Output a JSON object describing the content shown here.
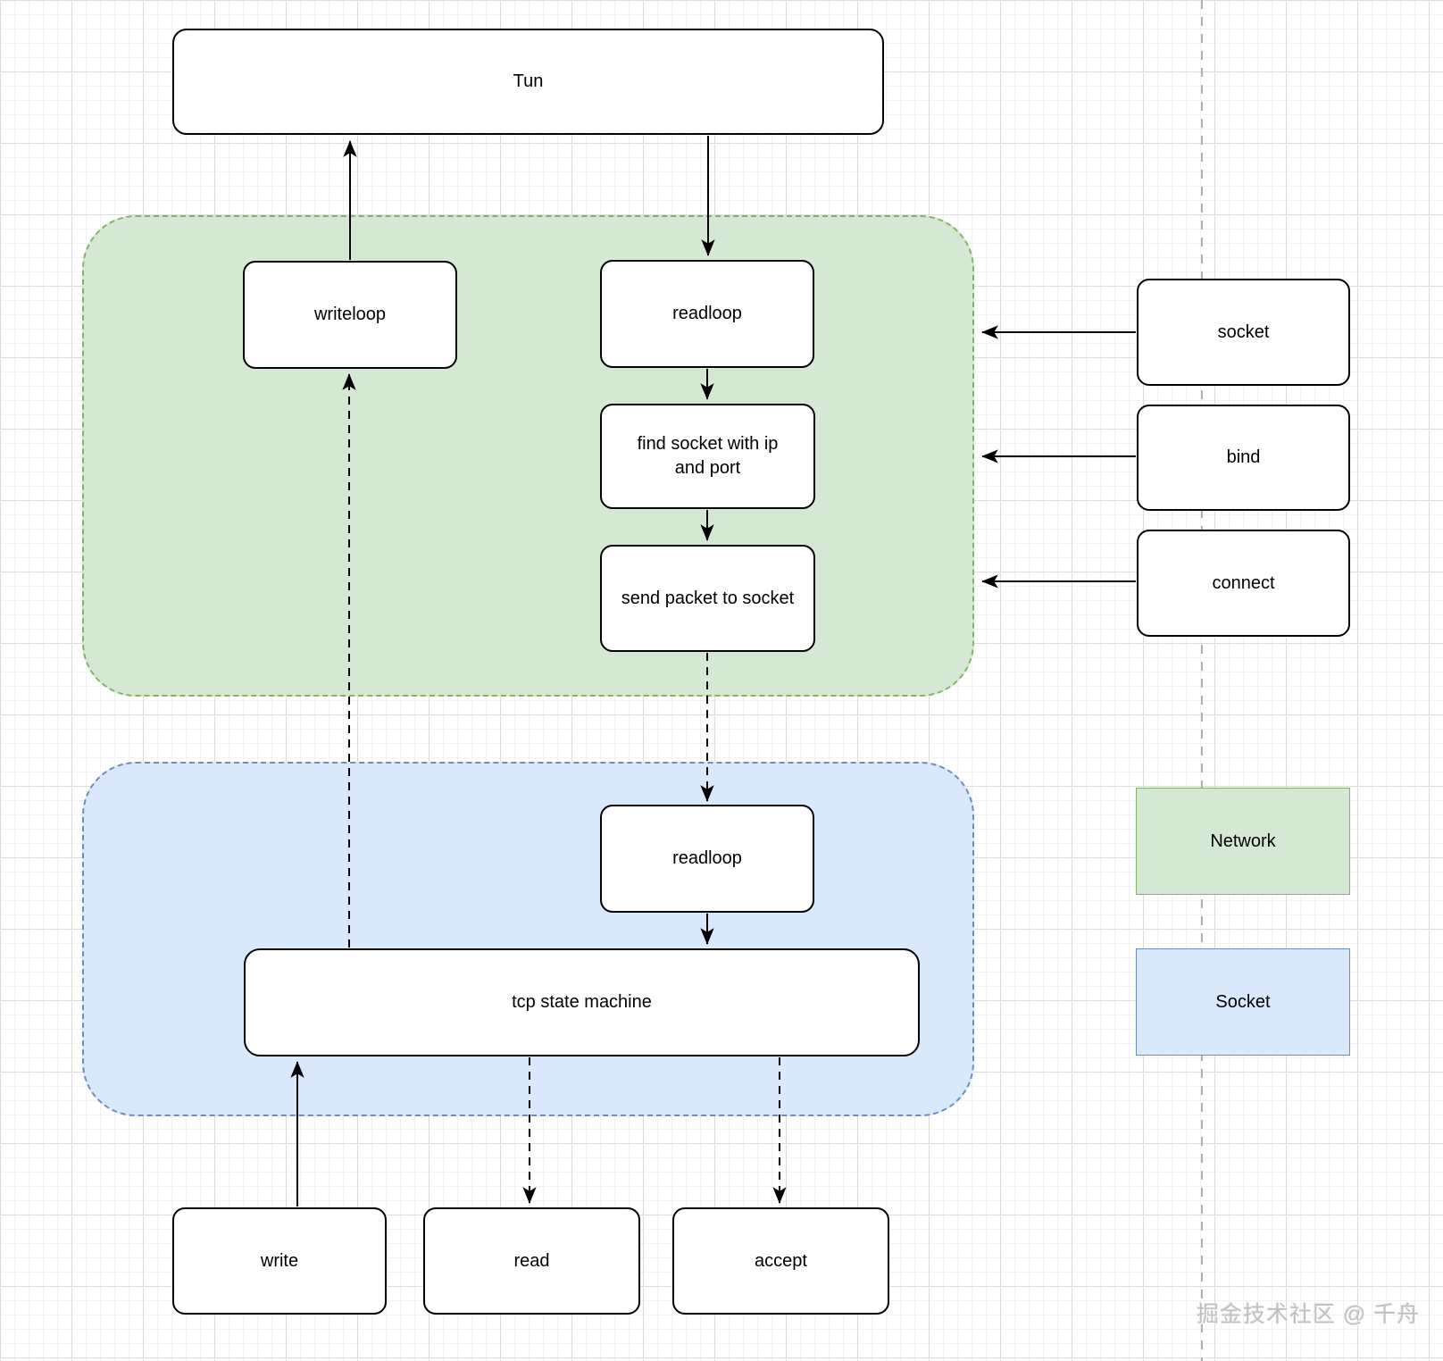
{
  "diagram": {
    "nodes": {
      "tun": "Tun",
      "writeloop": "writeloop",
      "readloop_network": "readloop",
      "find_socket": "find socket with ip and port",
      "send_packet": "send packet to socket",
      "readloop_socket": "readloop",
      "tcp_state_machine": "tcp state machine",
      "write": "write",
      "read": "read",
      "accept": "accept",
      "socket_call": "socket",
      "bind_call": "bind",
      "connect_call": "connect"
    },
    "legend": {
      "network_label": "Network",
      "socket_label": "Socket"
    },
    "watermark": "掘金技术社区 @ 千舟",
    "colors": {
      "network_fill": "#d5e8d4",
      "network_stroke": "#82b366",
      "socket_fill": "#dae8fc",
      "socket_stroke": "#6c8ebf",
      "node_fill": "#ffffff",
      "node_stroke": "#000000",
      "grid_minor": "#f2f2f2",
      "grid_major": "#dcdcdc",
      "separator": "#b0b0b0",
      "watermark_color": "#c0c0c0"
    }
  }
}
